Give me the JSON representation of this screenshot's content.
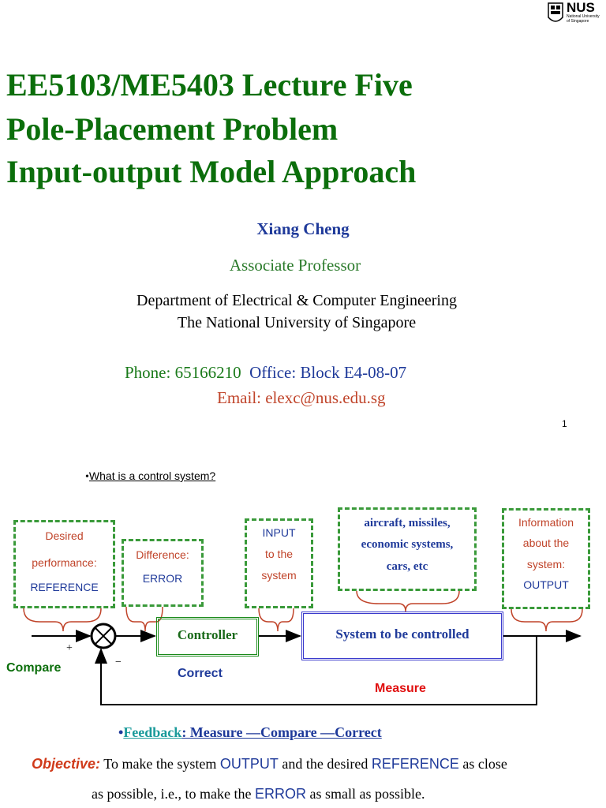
{
  "slide1": {
    "title_lines": [
      "EE5103/ME5403 Lecture Five",
      "Pole-Placement Problem",
      "Input-output Model Approach"
    ],
    "author": "Xiang Cheng",
    "position": "Associate  Professor",
    "department_lines": [
      "Department of Electrical & Computer Engineering",
      "The National University of Singapore"
    ],
    "phone": "Phone: 65166210",
    "office": "Office: Block E4-08-07",
    "email": "Email: elexc@nus.edu.sg",
    "page_number": "1",
    "logo": {
      "name": "NUS",
      "subtitle": "National University of Singapore"
    }
  },
  "slide2": {
    "question": {
      "bullet": "•",
      "text": "What is a control system?"
    },
    "boxes": {
      "reference": [
        "Desired",
        "performance:",
        "REFERENCE"
      ],
      "error": [
        "Difference:",
        "ERROR"
      ],
      "input": [
        "INPUT",
        "to the",
        "system"
      ],
      "examples": [
        "aircraft, missiles,",
        "economic systems,",
        "cars, etc"
      ],
      "output": [
        "Information",
        "about the",
        "system:",
        "OUTPUT"
      ]
    },
    "blocks": {
      "controller": "Controller",
      "system": "System to be controlled"
    },
    "signs": {
      "plus": "+",
      "minus": "−"
    },
    "labels": {
      "compare": "Compare",
      "correct": "Correct",
      "measure": "Measure"
    },
    "feedback": {
      "bullet": "•",
      "link": "Feedback",
      "rest": ": Measure —Compare —Correct"
    },
    "objective": {
      "label": "Objective:",
      "line1_a": " To make the system ",
      "kw_output": "OUTPUT",
      "line1_b": " and the desired ",
      "kw_reference": "REFERENCE",
      "line1_c": " as close",
      "line2_a": "as possible, i.e., to make the ",
      "kw_error": "ERROR",
      "line2_b": " as small as possible."
    }
  },
  "colors": {
    "title_green": "#0b6e0b",
    "blue": "#1f3a9a",
    "orange_red": "#c0442a",
    "box_green": "#3a9a3a",
    "red": "#e01010"
  }
}
